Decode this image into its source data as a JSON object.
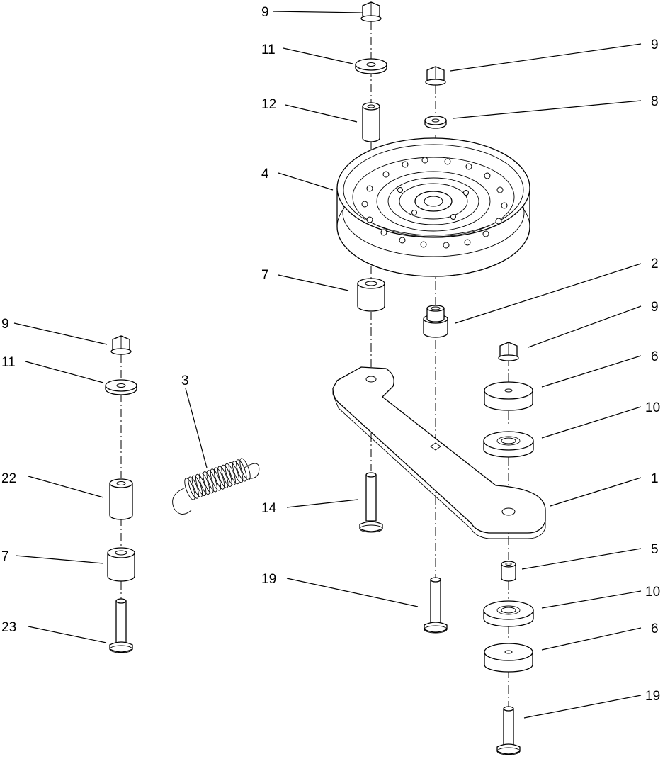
{
  "callouts": [
    {
      "id": "c9a",
      "text": "9"
    },
    {
      "id": "c11a",
      "text": "11"
    },
    {
      "id": "c12",
      "text": "12"
    },
    {
      "id": "c4",
      "text": "4"
    },
    {
      "id": "c7a",
      "text": "7"
    },
    {
      "id": "c9b",
      "text": "9"
    },
    {
      "id": "c8",
      "text": "8"
    },
    {
      "id": "c2",
      "text": "2"
    },
    {
      "id": "c9c",
      "text": "9"
    },
    {
      "id": "c6a",
      "text": "6"
    },
    {
      "id": "c10a",
      "text": "10"
    },
    {
      "id": "c1",
      "text": "1"
    },
    {
      "id": "c14",
      "text": "14"
    },
    {
      "id": "c5",
      "text": "5"
    },
    {
      "id": "c19a",
      "text": "19"
    },
    {
      "id": "c10b",
      "text": "10"
    },
    {
      "id": "c6b",
      "text": "6"
    },
    {
      "id": "c19b",
      "text": "19"
    },
    {
      "id": "c9d",
      "text": "9"
    },
    {
      "id": "c11b",
      "text": "11"
    },
    {
      "id": "c3",
      "text": "3"
    },
    {
      "id": "c22",
      "text": "22"
    },
    {
      "id": "c7b",
      "text": "7"
    },
    {
      "id": "c23",
      "text": "23"
    }
  ]
}
